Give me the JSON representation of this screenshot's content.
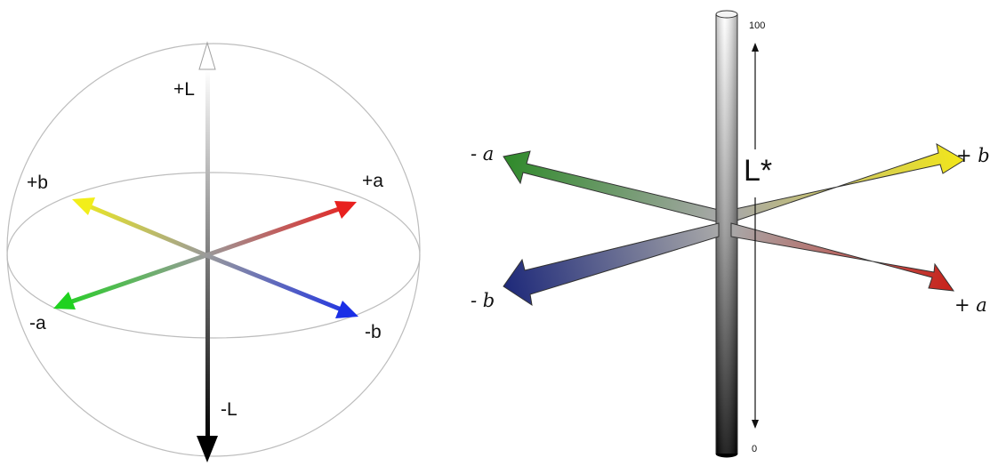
{
  "sphere_diagram": {
    "labels": {
      "plus_L": "+L",
      "minus_L": "-L",
      "plus_a": "+a",
      "minus_a": "-a",
      "plus_b": "+b",
      "minus_b": "-b"
    },
    "colors": {
      "plus_a": "#e8201e",
      "minus_a": "#1fd21f",
      "plus_b": "#f2ee1a",
      "minus_b": "#1a2fe6",
      "L_axis_top": "#ffffff",
      "L_axis_bottom": "#000000",
      "outline": "#bdbdbd"
    }
  },
  "cylinder_diagram": {
    "labels": {
      "L_star": "L*",
      "tick_top": "100",
      "tick_bottom": "0",
      "plus_a": "+ a",
      "minus_a": "- a",
      "plus_b": "+ b",
      "minus_b": "- b"
    },
    "colors": {
      "plus_a": "#c8221a",
      "minus_a": "#2f8a2a",
      "plus_b": "#f2e61a",
      "minus_b": "#1f2a7a",
      "neutral": "#a8a8a8"
    }
  }
}
